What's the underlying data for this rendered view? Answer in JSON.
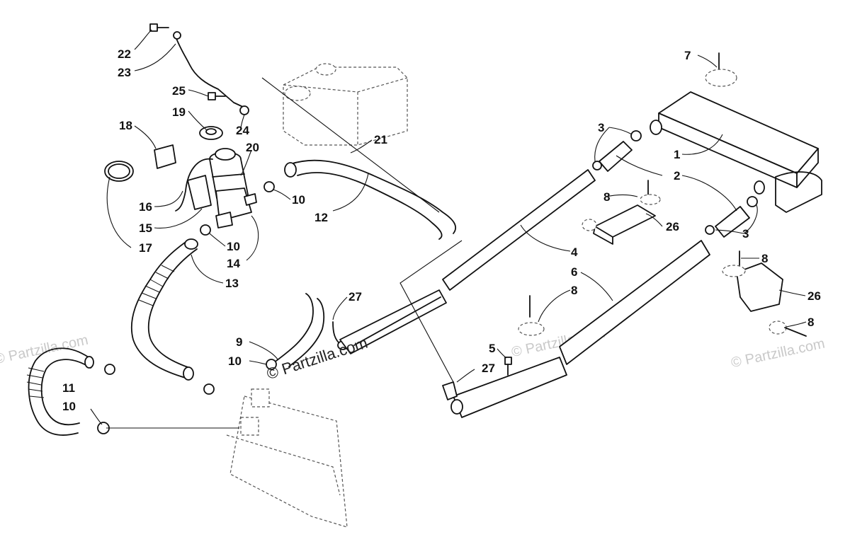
{
  "watermark": {
    "center": "© Partzilla.com",
    "left": "© Partzilla.com",
    "mid": "© Partzilla.com",
    "right": "© Partzilla.com"
  },
  "callouts": [
    {
      "id": "c22",
      "label": "22"
    },
    {
      "id": "c23",
      "label": "23"
    },
    {
      "id": "c25",
      "label": "25"
    },
    {
      "id": "c19",
      "label": "19"
    },
    {
      "id": "c24",
      "label": "24"
    },
    {
      "id": "c18",
      "label": "18"
    },
    {
      "id": "c20",
      "label": "20"
    },
    {
      "id": "c21",
      "label": "21"
    },
    {
      "id": "c16",
      "label": "16"
    },
    {
      "id": "c15",
      "label": "15"
    },
    {
      "id": "c17",
      "label": "17"
    },
    {
      "id": "c10a",
      "label": "10"
    },
    {
      "id": "c12",
      "label": "12"
    },
    {
      "id": "c10b",
      "label": "10"
    },
    {
      "id": "c14",
      "label": "14"
    },
    {
      "id": "c13",
      "label": "13"
    },
    {
      "id": "c27a",
      "label": "27"
    },
    {
      "id": "c9",
      "label": "9"
    },
    {
      "id": "c10c",
      "label": "10"
    },
    {
      "id": "c11",
      "label": "11"
    },
    {
      "id": "c10d",
      "label": "10"
    },
    {
      "id": "c7",
      "label": "7"
    },
    {
      "id": "c3a",
      "label": "3"
    },
    {
      "id": "c1",
      "label": "1"
    },
    {
      "id": "c2",
      "label": "2"
    },
    {
      "id": "c8a",
      "label": "8"
    },
    {
      "id": "c26a",
      "label": "26"
    },
    {
      "id": "c3b",
      "label": "3"
    },
    {
      "id": "c4",
      "label": "4"
    },
    {
      "id": "c6",
      "label": "6"
    },
    {
      "id": "c8b",
      "label": "8"
    },
    {
      "id": "c8c",
      "label": "8"
    },
    {
      "id": "c26b",
      "label": "26"
    },
    {
      "id": "c8d",
      "label": "8"
    },
    {
      "id": "c5",
      "label": "5"
    },
    {
      "id": "c27b",
      "label": "27"
    }
  ]
}
